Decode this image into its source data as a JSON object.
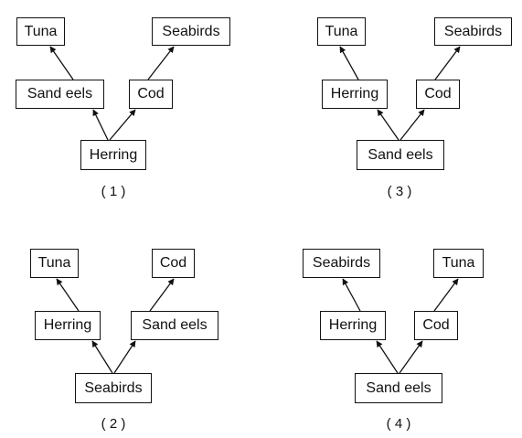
{
  "colors": {
    "line": "#111111",
    "background": "#ffffff"
  },
  "diagrams": [
    {
      "caption": "( 1 )",
      "base": "Herring",
      "middle_left": "Sand eels",
      "middle_right": "Cod",
      "top_left": "Tuna",
      "top_right": "Seabirds"
    },
    {
      "caption": "( 2 )",
      "base": "Seabirds",
      "middle_left": "Herring",
      "middle_right": "Sand eels",
      "top_left": "Tuna",
      "top_right": "Cod"
    },
    {
      "caption": "( 3 )",
      "base": "Sand eels",
      "middle_left": "Herring",
      "middle_right": "Cod",
      "top_left": "Tuna",
      "top_right": "Seabirds"
    },
    {
      "caption": "( 4 )",
      "base": "Sand eels",
      "middle_left": "Herring",
      "middle_right": "Cod",
      "top_left": "Seabirds",
      "top_right": "Tuna"
    }
  ]
}
